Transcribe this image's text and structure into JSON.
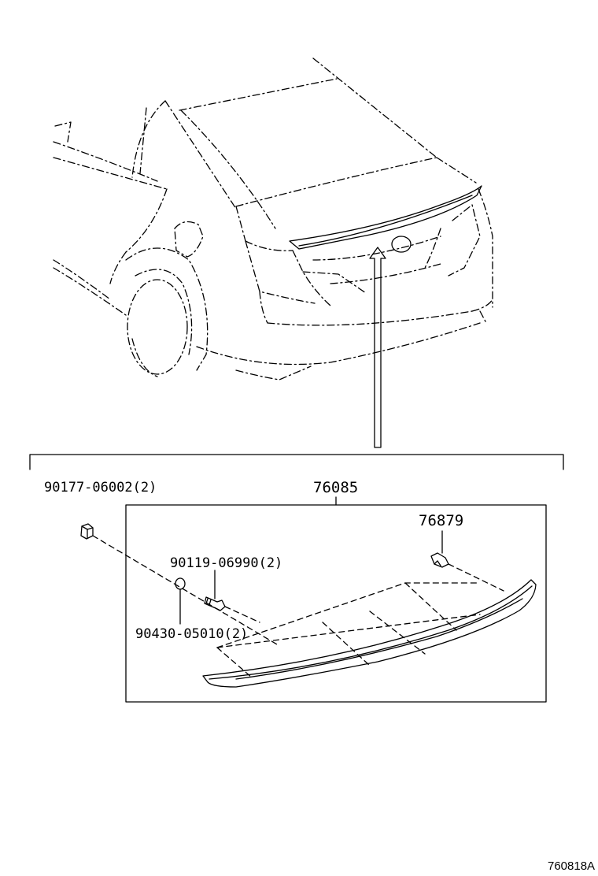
{
  "parts": {
    "spoiler_assy": "76085",
    "clip_a": "76879",
    "nut": "90177-06002(2)",
    "bolt": "90119-06990(2)",
    "washer": "90430-05010(2)"
  },
  "figure_number": "760818A"
}
